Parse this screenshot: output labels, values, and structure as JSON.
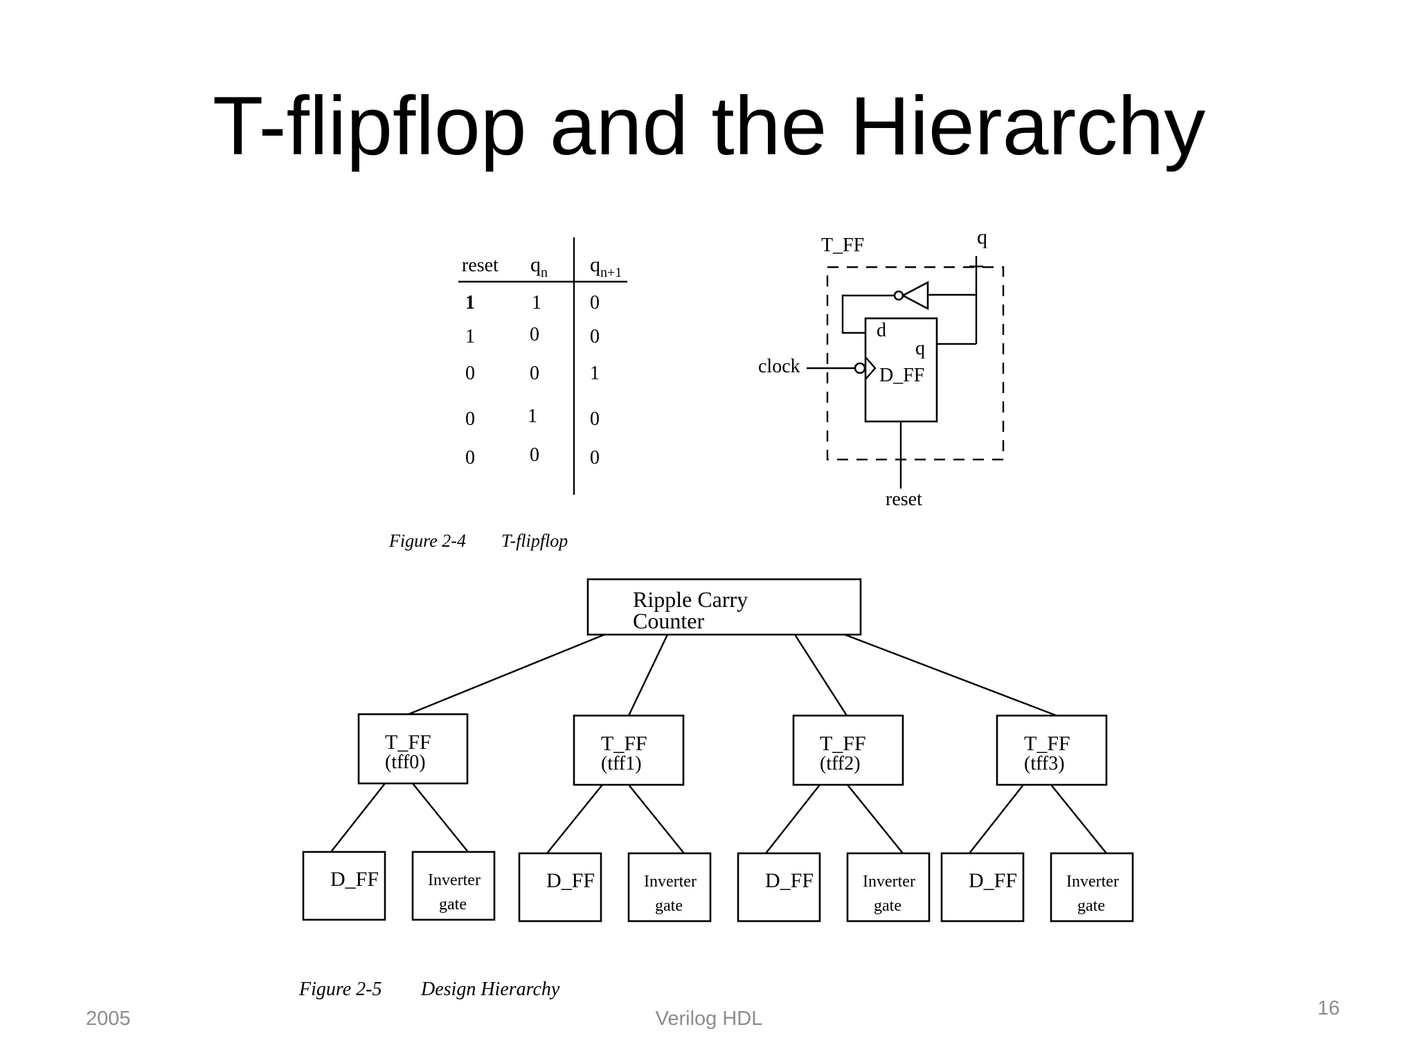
{
  "title": "T-flipflop and the Hierarchy",
  "truth_table": {
    "headers": [
      "reset",
      "q",
      "q"
    ],
    "header_subscripts": [
      "",
      "n",
      "n+1"
    ],
    "rows": [
      [
        "1",
        "1",
        "0"
      ],
      [
        "1",
        "0",
        "0"
      ],
      [
        "0",
        "0",
        "1"
      ],
      [
        "0",
        "1",
        "0"
      ],
      [
        "0",
        "0",
        "0"
      ]
    ]
  },
  "tff_circuit": {
    "block_label": "T_FF",
    "output_label": "q",
    "clock_label": "clock",
    "dff_label": "D_FF",
    "d_pin": "d",
    "q_pin": "q",
    "reset_label": "reset"
  },
  "figure1_caption": {
    "number": "Figure 2-4",
    "text": "T-flipflop"
  },
  "hierarchy": {
    "root": [
      "Ripple Carry",
      "Counter"
    ],
    "tffs": [
      {
        "name": "T_FF",
        "instance": "(tff0)"
      },
      {
        "name": "T_FF",
        "instance": "(tff1)"
      },
      {
        "name": "T_FF",
        "instance": "(tff2)"
      },
      {
        "name": "T_FF",
        "instance": "(tff3)"
      }
    ],
    "dff_label": "D_FF",
    "inverter_label": [
      "Inverter",
      "gate"
    ]
  },
  "figure2_caption": {
    "number": "Figure 2-5",
    "text": "Design Hierarchy"
  },
  "footer": {
    "left": "2005",
    "center": "Verilog HDL",
    "page": "16"
  }
}
